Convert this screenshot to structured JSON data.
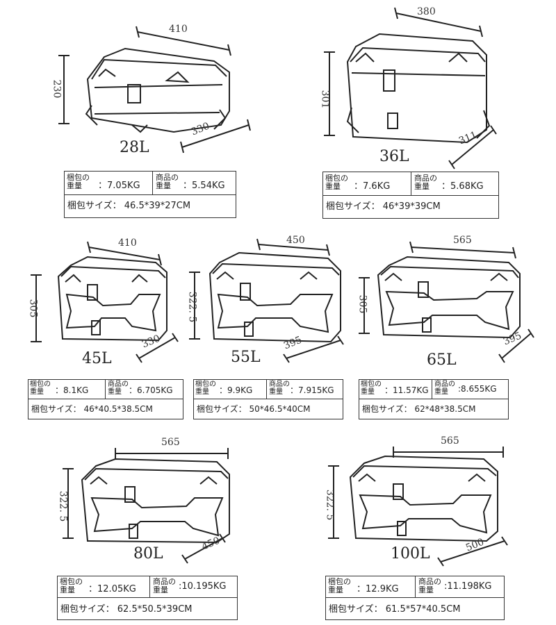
{
  "labels": {
    "pack_weight_line1": "梱包の",
    "pack_weight_line2": "重量",
    "prod_weight_line1": "商品の",
    "prod_weight_line2": "重量",
    "pack_size": "梱包サイズ"
  },
  "boxes": [
    {
      "id": "28l",
      "capacity": "28L",
      "width": "410",
      "height": "230",
      "depth": "330",
      "style": "plain",
      "pack_weight": "7.05KG",
      "product_weight": "5.54KG",
      "pack_size": "46.5*39*27CM"
    },
    {
      "id": "36l",
      "capacity": "36L",
      "width": "380",
      "height": "301",
      "depth": "311",
      "style": "plain",
      "pack_weight": "7.6KG",
      "product_weight": "5.68KG",
      "pack_size": "46*39*39CM"
    },
    {
      "id": "45l",
      "capacity": "45L",
      "width": "410",
      "height": "305",
      "depth": "330",
      "style": "x",
      "pack_weight": "8.1KG",
      "product_weight": "6.705KG",
      "pack_size": "46*40.5*38.5CM"
    },
    {
      "id": "55l",
      "capacity": "55L",
      "width": "450",
      "height": "322. 5",
      "depth": "395",
      "style": "x",
      "pack_weight": "9.9KG",
      "product_weight": "7.915KG",
      "pack_size": "50*46.5*40CM"
    },
    {
      "id": "65l",
      "capacity": "65L",
      "width": "565",
      "height": "305",
      "depth": "395",
      "style": "x",
      "pack_weight": "11.57KG",
      "product_weight": ":8.655KG",
      "pack_size": "62*48*38.5CM"
    },
    {
      "id": "80l",
      "capacity": "80L",
      "width": "565",
      "height": "322. 5",
      "depth": "450",
      "style": "x",
      "pack_weight": "12.05KG",
      "product_weight": ":10.195KG",
      "pack_size": "62.5*50.5*39CM"
    },
    {
      "id": "100l",
      "capacity": "100L",
      "width": "565",
      "height": "322. 5",
      "depth": "500",
      "style": "x",
      "pack_weight": "12.9KG",
      "product_weight": ":11.198KG",
      "pack_size": "61.5*57*40.5CM"
    }
  ]
}
